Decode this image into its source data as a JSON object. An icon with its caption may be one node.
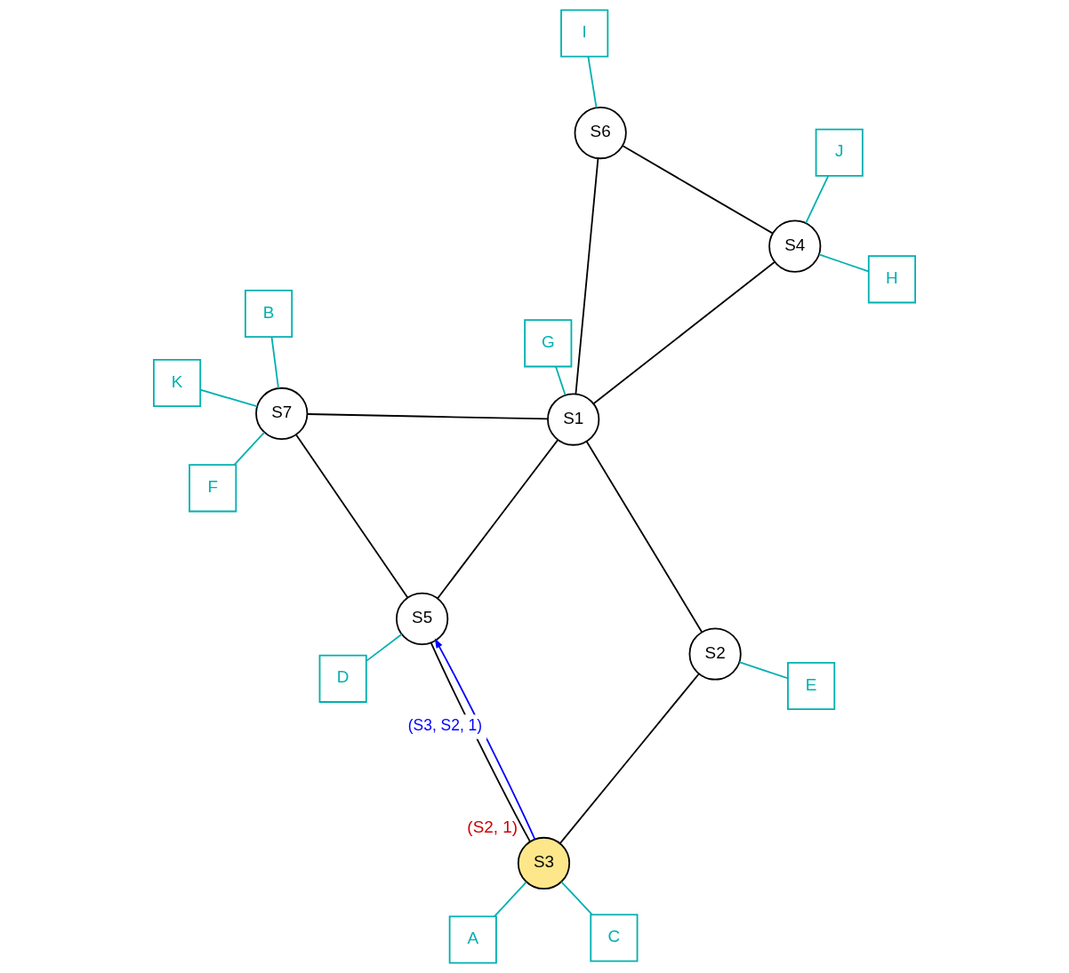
{
  "diagram": {
    "nodes": [
      {
        "text": [
          "A"
        ]
      },
      {
        "text": [
          "C"
        ]
      },
      {
        "text": [
          "S3"
        ],
        "beside": [
          "(S2, 1)"
        ]
      },
      {
        "text": [
          "B"
        ]
      },
      {
        "text": [
          "S5"
        ]
      },
      {
        "text": [
          "S7"
        ]
      },
      {
        "text": [
          "K"
        ]
      },
      {
        "text": [
          "S2"
        ]
      },
      {
        "text": [
          "D"
        ]
      },
      {
        "text": [
          "E"
        ]
      },
      {
        "text": [
          "F"
        ]
      },
      {
        "text": [
          "G"
        ]
      },
      {
        "text": [
          "S1"
        ]
      },
      {
        "text": [
          "H"
        ]
      },
      {
        "text": [
          "I"
        ]
      },
      {
        "text": [
          "S6"
        ]
      },
      {
        "text": [
          "S4"
        ]
      },
      {
        "text": [
          "J"
        ]
      }
    ],
    "edges": [
      {
        "from": 0,
        "to": 2,
        "arrow": "none"
      },
      {
        "from": 1,
        "to": 2,
        "arrow": "none"
      },
      {
        "from": 2,
        "to": 4,
        "arrow": "none",
        "color": "#000000"
      },
      {
        "from": 2,
        "to": 4,
        "arrow": "to",
        "label": "(S3, S2, 1)",
        "color": "#0000ff"
      },
      {
        "from": 2,
        "to": 7,
        "arrow": "none",
        "color": "#000000"
      },
      {
        "from": 4,
        "to": 8,
        "arrow": "none"
      },
      {
        "from": 4,
        "to": 5,
        "arrow": "none",
        "color": "#000000"
      },
      {
        "from": 4,
        "to": 12,
        "arrow": "none",
        "color": "#000000"
      },
      {
        "from": 3,
        "to": 5,
        "arrow": "none"
      },
      {
        "from": 5,
        "to": 6,
        "arrow": "none"
      },
      {
        "from": 5,
        "to": 10,
        "arrow": "none"
      },
      {
        "from": 5,
        "to": 12,
        "arrow": "none",
        "color": "#000000"
      },
      {
        "from": 7,
        "to": 9,
        "arrow": "none"
      },
      {
        "from": 7,
        "to": 12,
        "arrow": "none",
        "color": "#000000"
      },
      {
        "from": 11,
        "to": 12,
        "arrow": "none"
      },
      {
        "from": 12,
        "to": 15,
        "arrow": "none",
        "color": "#000000"
      },
      {
        "from": 12,
        "to": 16,
        "arrow": "none",
        "color": "#000000"
      },
      {
        "from": 13,
        "to": 16,
        "arrow": "none"
      },
      {
        "from": 14,
        "to": 15,
        "arrow": "none"
      },
      {
        "from": 15,
        "to": 16,
        "arrow": "none",
        "color": "#000000"
      },
      {
        "from": 16,
        "to": 17,
        "arrow": "none"
      }
    ]
  }
}
